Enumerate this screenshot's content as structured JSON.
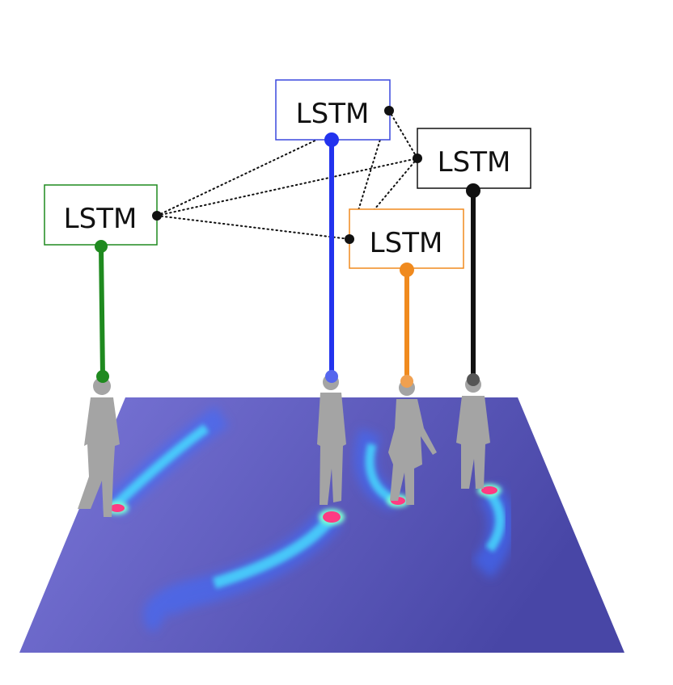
{
  "diagram": {
    "nodes": [
      {
        "id": "green",
        "label": "LSTM",
        "color": "#1f8a1f"
      },
      {
        "id": "blue",
        "label": "LSTM",
        "color": "#2233ee"
      },
      {
        "id": "black",
        "label": "LSTM",
        "color": "#111111"
      },
      {
        "id": "orange",
        "label": "LSTM",
        "color": "#f08a1e"
      }
    ],
    "connections": [
      [
        "green",
        "blue"
      ],
      [
        "green",
        "black"
      ],
      [
        "green",
        "orange"
      ],
      [
        "blue",
        "black"
      ],
      [
        "blue",
        "orange"
      ],
      [
        "black",
        "orange"
      ]
    ],
    "floor": {
      "color_near": "#6e6ad0",
      "color_far": "#4a48a8"
    },
    "heatmap_colors": [
      "#3c78ff",
      "#46e0ff",
      "#7dffd2",
      "#ff4a7a",
      "#ff2a8a"
    ]
  }
}
